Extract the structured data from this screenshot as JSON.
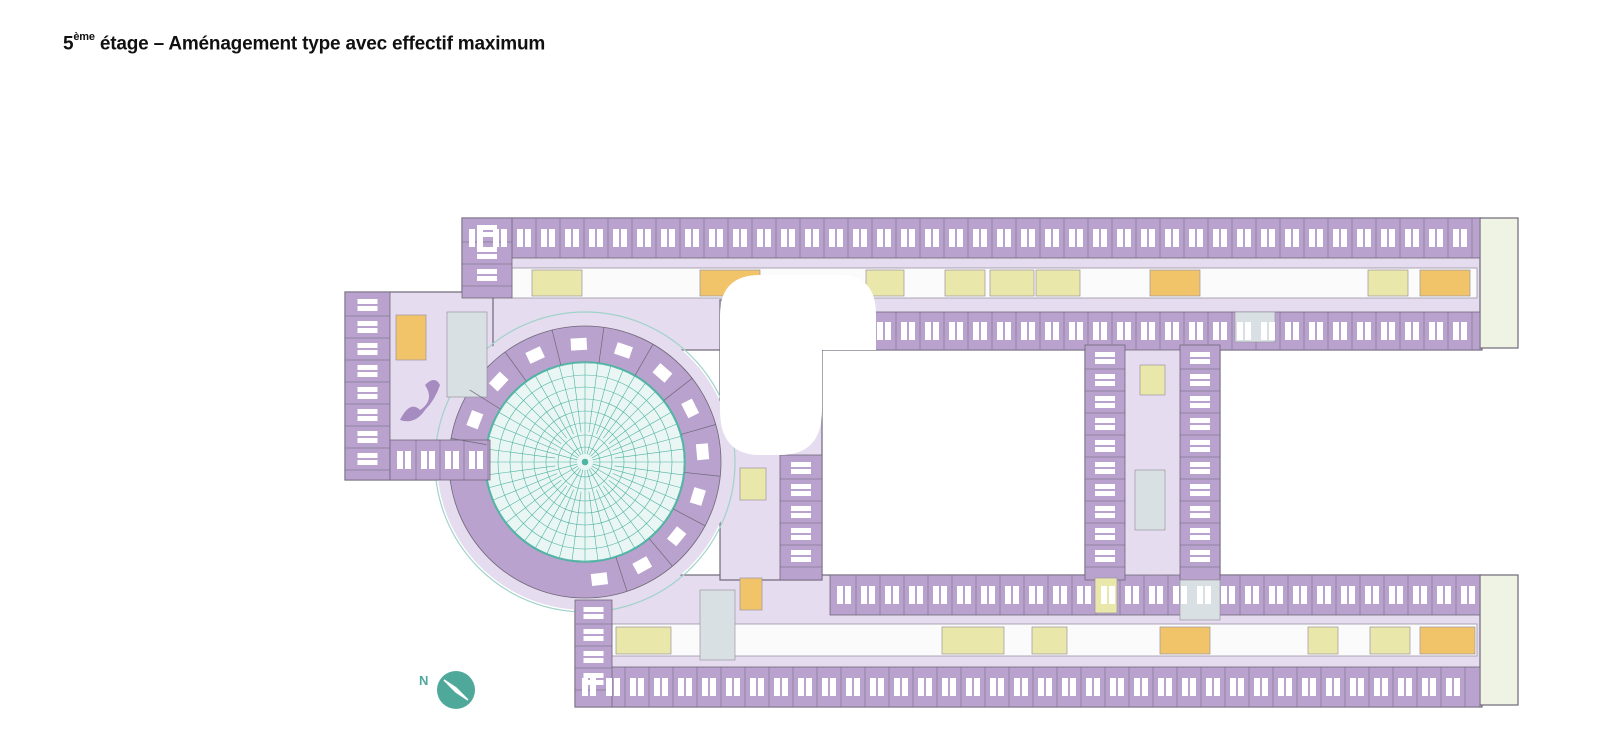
{
  "title": {
    "floor_number": "5",
    "floor_suffix": "ème",
    "text": " étage – Aménagement type avec effectif maximum"
  },
  "compass": {
    "label": "N"
  },
  "colors": {
    "office": "#b9a2cd",
    "corridor": "#e6dcef",
    "meeting_room": "#e9e7a9",
    "service": "#d9e0e3",
    "atrium": "#4fb3a3",
    "stairs": "#f2c46a",
    "wall": "#6f6878"
  }
}
